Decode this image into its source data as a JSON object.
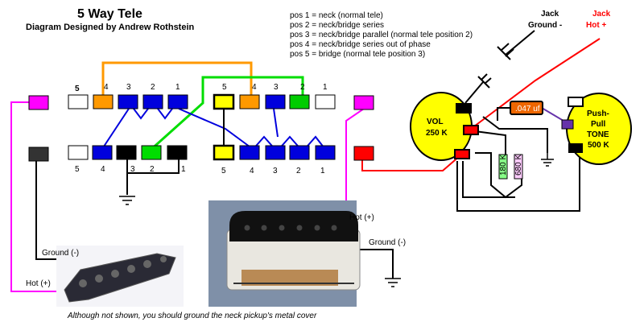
{
  "title": "5 Way Tele",
  "subtitle": "Diagram Designed by Andrew Rothstein",
  "positions": [
    "pos 1 = neck (normal tele)",
    "pos 2 = neck/bridge series",
    "pos 3 = neck/bridge parallel (normal tele position 2)",
    "pos 4 = neck/bridge series out of phase",
    "pos 5 = bridge (normal tele position 3)"
  ],
  "jack": {
    "ground_line1": "Jack",
    "ground_line2": "Ground -",
    "hot_line1": "Jack",
    "hot_line2": "Hot +"
  },
  "switch": {
    "top_numbers": [
      "5",
      "4",
      "3",
      "2",
      "1"
    ],
    "top_right_numbers": [
      "5",
      "4",
      "3",
      "2",
      "1"
    ],
    "bottom_left_numbers": [
      "5",
      "4",
      "3",
      "2",
      "1"
    ],
    "bottom_right_numbers": [
      "5",
      "4",
      "3",
      "2",
      "1"
    ]
  },
  "vol": {
    "line1": "VOL",
    "line2": "250 K"
  },
  "tone": {
    "line1": "Push-",
    "line2": "Pull",
    "line3": "TONE",
    "line4": "500 K"
  },
  "cap_value": ".047 uf",
  "resistors": [
    "180 K",
    "680 K"
  ],
  "labels": {
    "hot_right": "Hot (+)",
    "ground_right": "Ground (-)",
    "ground_left": "Ground (-)",
    "hot_left": "Hot (+)"
  },
  "caption": "Although not shown, you should  ground  the neck pickup's metal cover",
  "colors": {
    "orange": "#ff9900",
    "blue": "#0000dd",
    "green": "#00cc00",
    "yellow": "#ffff00",
    "magenta": "#ff00ff",
    "red": "#ff0000",
    "black": "#000000",
    "purple": "#6633aa"
  }
}
